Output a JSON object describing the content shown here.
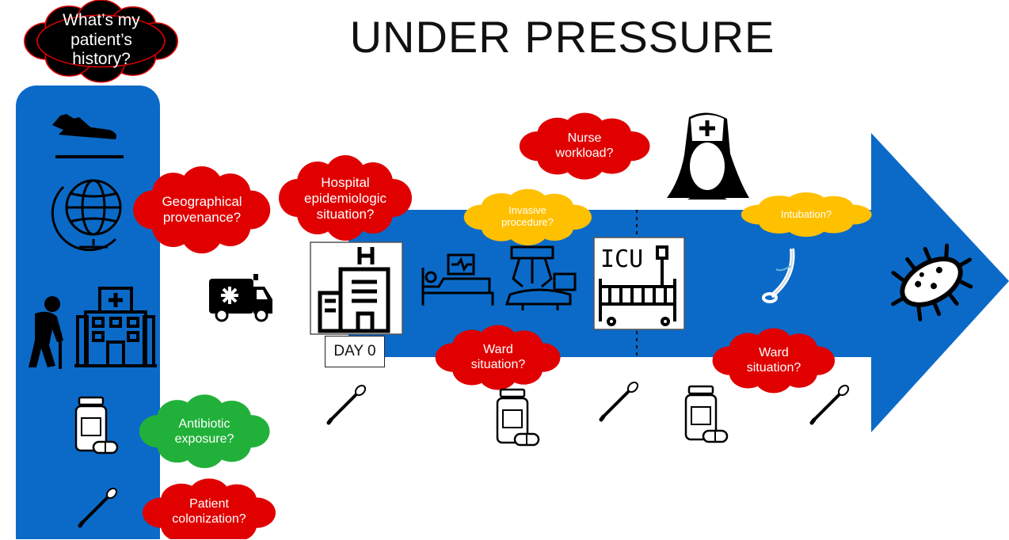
{
  "title": "UNDER PRESSURE",
  "colors": {
    "flow_blue": "#0b6ac8",
    "cloud_red": "#e00000",
    "cloud_yellow": "#ffc000",
    "cloud_green": "#21b13a",
    "cloud_black": "#000000"
  },
  "clouds": {
    "history": "What’s my\npatient’s\nhistory?",
    "geo": "Geographical\nprovenance?",
    "hospital_epi": "Hospital\nepidemiologic\nsituation?",
    "nurse": "Nurse\nworkload?",
    "invasive": "Invasive\nprocedure?",
    "intubation": "Intubation?",
    "ward1": "Ward\nsituation?",
    "ward2": "Ward\nsituation?",
    "antibiotic": "Antibiotic\nexposure?",
    "colonization": "Patient\ncolonization?"
  },
  "labels": {
    "day0": "DAY 0",
    "icu": "ICU"
  },
  "icons": [
    "airplane-landing-icon",
    "globe-icon",
    "elderly-person-icon",
    "hospital-building-icon",
    "medicine-bottle-icon",
    "swab-icon",
    "ambulance-icon",
    "hospital-icon",
    "patient-bed-icon",
    "surgical-robot-icon",
    "icu-bed-icon",
    "nurse-icon",
    "endotracheal-tube-icon",
    "bacteria-icon"
  ]
}
